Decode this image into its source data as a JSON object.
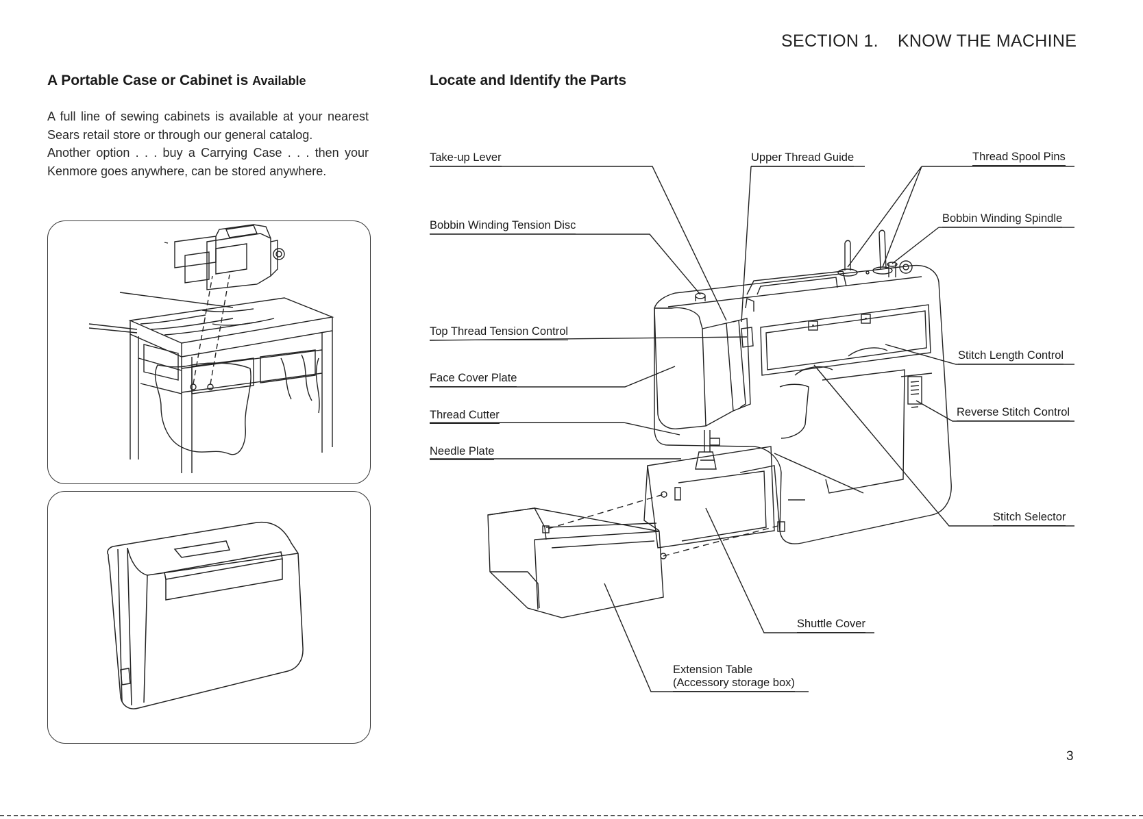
{
  "header": {
    "section_number": "SECTION 1.",
    "section_title": "KNOW THE MACHINE"
  },
  "left": {
    "title_main": "A Portable Case or Cabinet is",
    "title_small": "Available",
    "paragraph_1": "A full line of sewing cabinets is available at your nearest Sears retail store or through our general catalog.",
    "paragraph_2": "Another option . . . buy a Carrying Case . . . then your Kenmore goes anywhere, can be stored anywhere."
  },
  "right": {
    "title": "Locate and Identify the Parts"
  },
  "parts": {
    "take_up_lever": "Take-up Lever",
    "upper_thread_guide": "Upper Thread Guide",
    "thread_spool_pins": "Thread Spool Pins",
    "bobbin_winding_tension_disc": "Bobbin Winding Tension Disc",
    "bobbin_winding_spindle": "Bobbin Winding Spindle",
    "top_thread_tension_control": "Top Thread Tension Control",
    "stitch_length_control": "Stitch Length Control",
    "face_cover_plate": "Face Cover Plate",
    "reverse_stitch_control": "Reverse Stitch Control",
    "thread_cutter": "Thread Cutter",
    "needle_plate": "Needle Plate",
    "stitch_selector": "Stitch Selector",
    "shuttle_cover": "Shuttle Cover",
    "extension_table": "Extension Table",
    "extension_table_note": "(Accessory storage box)"
  },
  "page": {
    "number": "3"
  }
}
